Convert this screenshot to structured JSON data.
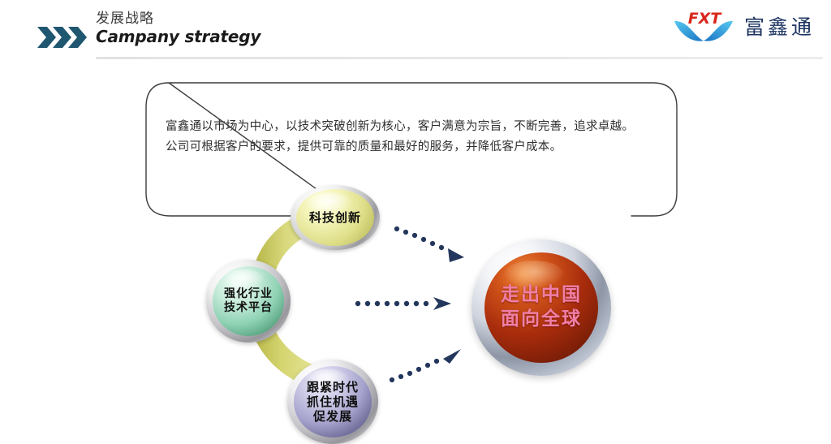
{
  "header": {
    "title_cn": "发展战略",
    "title_en": "Campany strategy",
    "chevron_icon": "triple-chevron-right-icon",
    "chevron_color": "#1f5670"
  },
  "logo": {
    "mark_text": "FXT",
    "mark_color": "#d9261c",
    "swoosh_color": "#29a8e0",
    "company_name": "富鑫通",
    "company_color": "#1d3461"
  },
  "callout": {
    "line1": "富鑫通以市场为中心，以技术突破创新为核心，客户满意为宗旨，不断完善，追求卓越。",
    "line2": "公司可根据客户的要求，提供可靠的质量和最好的服务，并降低客户成本。",
    "border_color": "#3a3a3a"
  },
  "diagram": {
    "ribbon_color": "#c9c95a",
    "arrow_color": "#1f3864",
    "nodes": [
      {
        "id": "innovation",
        "label": "科技创新",
        "color": "#e8e89a",
        "text_color": "#111111",
        "font_size": "15px"
      },
      {
        "id": "platform",
        "label": "强化行业\n技术平台",
        "color": "#9fd9bf",
        "text_color": "#111111",
        "font_size": "14px"
      },
      {
        "id": "opportunity",
        "label": "跟紧时代\n抓住机遇\n促发展",
        "color": "#a9a6cf",
        "text_color": "#111111",
        "font_size": "15px"
      }
    ],
    "goal": {
      "id": "global",
      "label": "走出中国\n面向全球",
      "color": "#9e2b0e",
      "text_color": "#ef7fa8",
      "font_size": "23px"
    },
    "arrows": [
      {
        "id": "arrow-innovation-to-goal",
        "direction": "down-right"
      },
      {
        "id": "arrow-platform-to-goal",
        "direction": "right"
      },
      {
        "id": "arrow-opportunity-to-goal",
        "direction": "up-right"
      }
    ]
  }
}
